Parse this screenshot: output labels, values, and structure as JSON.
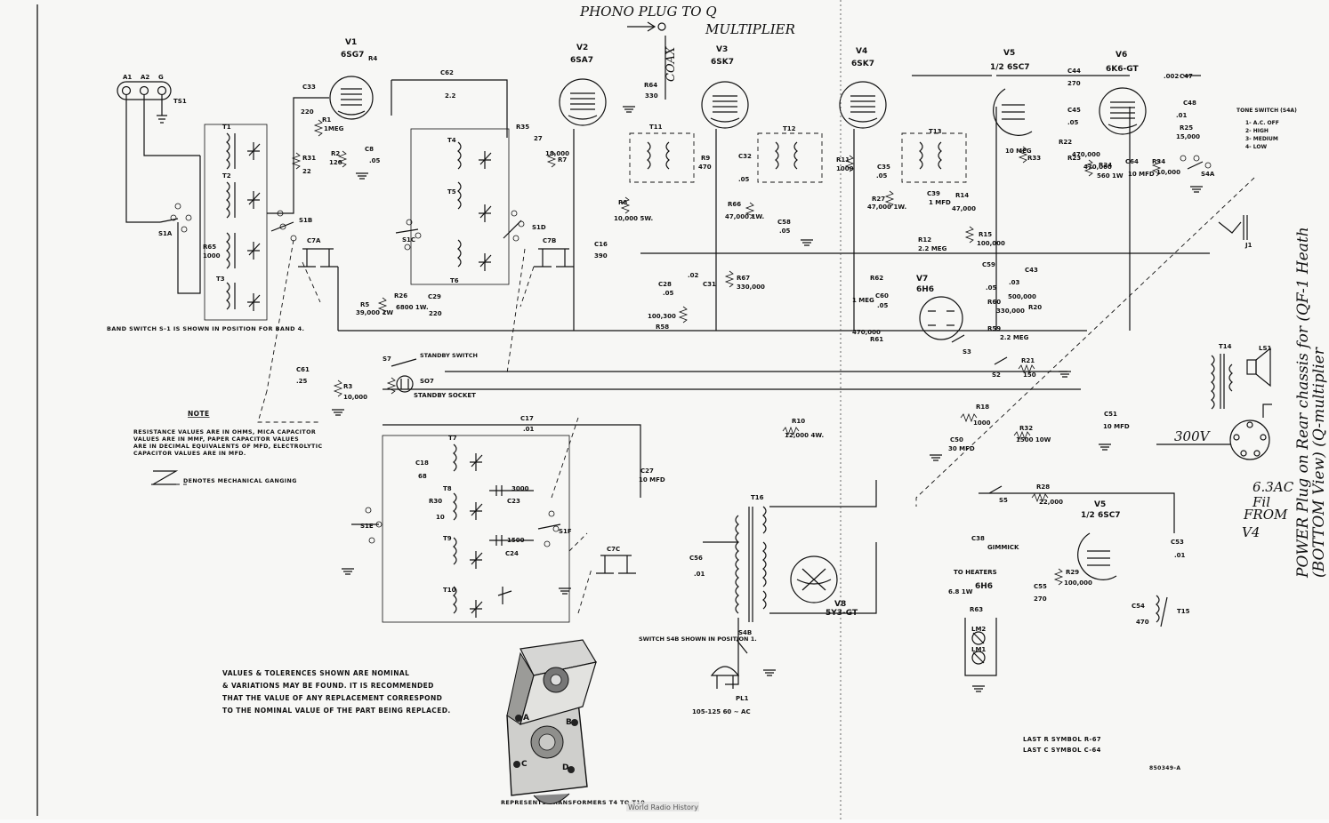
{
  "handwritten": {
    "phono_plug": "PHONO PLUG TO Q",
    "multiplier": "MULTIPLIER",
    "coax": "COAX",
    "voltage": "300V",
    "filament_1": "6.3AC",
    "filament_2": "Fil",
    "filament_3": "FROM",
    "filament_4": "V4",
    "power_plug_1": "POWER Plug on Rear chassis for (QF-1 Heath",
    "power_plug_2": "(BOTTOM View)  (Q-multiplier"
  },
  "tubes": [
    {
      "ref": "V1",
      "type": "6SG7"
    },
    {
      "ref": "V2",
      "type": "6SA7"
    },
    {
      "ref": "V3",
      "type": "6SK7"
    },
    {
      "ref": "V4",
      "type": "6SK7"
    },
    {
      "ref": "V5",
      "type": "1/2 6SC7"
    },
    {
      "ref": "V6",
      "type": "6K6-GT"
    },
    {
      "ref": "V7",
      "type": "6H6"
    },
    {
      "ref": "V8",
      "type": "5Y3-GT"
    },
    {
      "ref": "V5",
      "type": "1/2 6SC7"
    }
  ],
  "tone_switch": {
    "title": "TONE SWITCH (S4A)",
    "positions": [
      "1- A.C. OFF",
      "2- HIGH",
      "3- MEDIUM",
      "4- LOW"
    ]
  },
  "components": [
    {
      "ref": "R4",
      "value": ""
    },
    {
      "ref": "C62",
      "value": "2.2"
    },
    {
      "ref": "C33",
      "value": "220"
    },
    {
      "ref": "R1",
      "value": "1MEG"
    },
    {
      "ref": "R31",
      "value": "22"
    },
    {
      "ref": "R2",
      "value": "120"
    },
    {
      "ref": "C8",
      "value": ".05"
    },
    {
      "ref": "R64",
      "value": "330"
    },
    {
      "ref": "R35",
      "value": "27"
    },
    {
      "ref": "R7",
      "value": "18,000"
    },
    {
      "ref": "R8",
      "value": "10,000 5W."
    },
    {
      "ref": "C16",
      "value": "390"
    },
    {
      "ref": "C28",
      "value": ".05"
    },
    {
      "ref": "C31",
      "value": ".02"
    },
    {
      "ref": "R58",
      "value": "100,300"
    },
    {
      "ref": "R9",
      "value": "470"
    },
    {
      "ref": "C32",
      "value": ".05"
    },
    {
      "ref": "R66",
      "value": "47,000 1W."
    },
    {
      "ref": "R67",
      "value": "330,000"
    },
    {
      "ref": "C58",
      "value": ".05"
    },
    {
      "ref": "R11",
      "value": "1000"
    },
    {
      "ref": "C35",
      "value": ".05"
    },
    {
      "ref": "R27",
      "value": "47,000 1W."
    },
    {
      "ref": "C39",
      "value": "1 MFD"
    },
    {
      "ref": "R14",
      "value": "47,000"
    },
    {
      "ref": "R12",
      "value": "2.2 MEG"
    },
    {
      "ref": "R15",
      "value": "100,000"
    },
    {
      "ref": "C44",
      "value": "270"
    },
    {
      "ref": "C45",
      "value": ".05"
    },
    {
      "ref": "R33",
      "value": "10 MEG"
    },
    {
      "ref": "R22",
      "value": "470,000"
    },
    {
      "ref": "R23",
      "value": "470,000"
    },
    {
      "ref": "C47",
      "value": ".002"
    },
    {
      "ref": "C48",
      "value": ".01"
    },
    {
      "ref": "R25",
      "value": "15,000"
    },
    {
      "ref": "R24",
      "value": "560 1W"
    },
    {
      "ref": "C64",
      "value": "10 MFD"
    },
    {
      "ref": "R34",
      "value": "10,000"
    },
    {
      "ref": "C59",
      "value": ".05"
    },
    {
      "ref": "C43",
      "value": ".03"
    },
    {
      "ref": "R20",
      "value": "500,000"
    },
    {
      "ref": "R62",
      "value": "1 MEG"
    },
    {
      "ref": "C60",
      "value": ".05"
    },
    {
      "ref": "R61",
      "value": "470,000"
    },
    {
      "ref": "R60",
      "value": "330,000"
    },
    {
      "ref": "R59",
      "value": "2.2 MEG"
    },
    {
      "ref": "R21",
      "value": "150"
    },
    {
      "ref": "R26",
      "value": "6800 1W."
    },
    {
      "ref": "C29",
      "value": "220"
    },
    {
      "ref": "R5",
      "value": "39,000 1W"
    },
    {
      "ref": "R65",
      "value": "1000"
    },
    {
      "ref": "R3",
      "value": "10,000"
    },
    {
      "ref": "C61",
      "value": ".25"
    },
    {
      "ref": "R10",
      "value": "12,000 4W."
    },
    {
      "ref": "R18",
      "value": "1000"
    },
    {
      "ref": "R32",
      "value": "1500 10W"
    },
    {
      "ref": "C50",
      "value": "30 MFD"
    },
    {
      "ref": "C51",
      "value": "10 MFD"
    },
    {
      "ref": "C17",
      "value": ".01"
    },
    {
      "ref": "C27",
      "value": "10 MFD"
    },
    {
      "ref": "C18",
      "value": "68"
    },
    {
      "ref": "R30",
      "value": "10"
    },
    {
      "ref": "C23",
      "value": "3000"
    },
    {
      "ref": "C24",
      "value": "1500"
    },
    {
      "ref": "C56",
      "value": ".01"
    },
    {
      "ref": "R28",
      "value": "22,000"
    },
    {
      "ref": "C38",
      "value": "GIMMICK"
    },
    {
      "ref": "R29",
      "value": "100,000"
    },
    {
      "ref": "C55",
      "value": "270"
    },
    {
      "ref": "C53",
      "value": ".01"
    },
    {
      "ref": "C54",
      "value": "470"
    },
    {
      "ref": "R63",
      "value": "6.8 1W"
    }
  ],
  "labels": {
    "ts1": "TS1",
    "band_switch_note": "BAND SWITCH S-1 IS SHOWN IN POSITION FOR BAND 4.",
    "standby_switch": "STANDBY SWITCH",
    "standby_socket": "STANDBY SOCKET",
    "so7": "SO7",
    "s7": "S7",
    "note_title": "NOTE",
    "note_lines": [
      "RESISTANCE VALUES ARE IN OHMS, MICA CAPACITOR",
      "VALUES ARE IN MMF, PAPER CAPACITOR VALUES",
      "ARE IN DECIMAL EQUIVALENTS OF MFD, ELECTROLYTIC",
      "CAPACITOR VALUES ARE IN MFD."
    ],
    "ganging": "DENOTES MECHANICAL GANGING",
    "tolerance_lines": [
      "VALUES & TOLERENCES SHOWN ARE NOMINAL",
      "& VARIATIONS MAY BE FOUND. IT IS RECOMMENDED",
      "THAT THE VALUE OF ANY REPLACEMENT CORRESPOND",
      "TO THE NOMINAL VALUE OF THE PART BEING REPLACED."
    ],
    "transformer_caption": "REPRESENTS TRANSFORMERS T4 TO T10",
    "switch_s4b": "SWITCH S4B SHOWN IN POSITION 1.",
    "ac_input": "105-125 60 ~ AC",
    "pl1": "PL1",
    "to_heaters": "TO HEATERS",
    "last_r": "LAST R SYMBOL R-67",
    "last_c": "LAST C SYMBOL C-64",
    "drawing_no": "850349-A",
    "watermark": "World Radio History",
    "ls1": "LS1",
    "j1": "J1",
    "t14": "T14",
    "t15": "T15",
    "t16": "T16",
    "t11": "T11",
    "t12": "T12",
    "t13": "T13",
    "lm1": "LM1",
    "lm2": "LM2",
    "s2": "S2",
    "s3": "S3",
    "s5": "S5",
    "s4a": "S4A",
    "s4b": "S4B",
    "terminal_a": "A",
    "terminal_b": "B",
    "terminal_c": "C",
    "terminal_d": "D",
    "ts_a1": "A1",
    "ts_a2": "A2",
    "ts_g": "G"
  }
}
